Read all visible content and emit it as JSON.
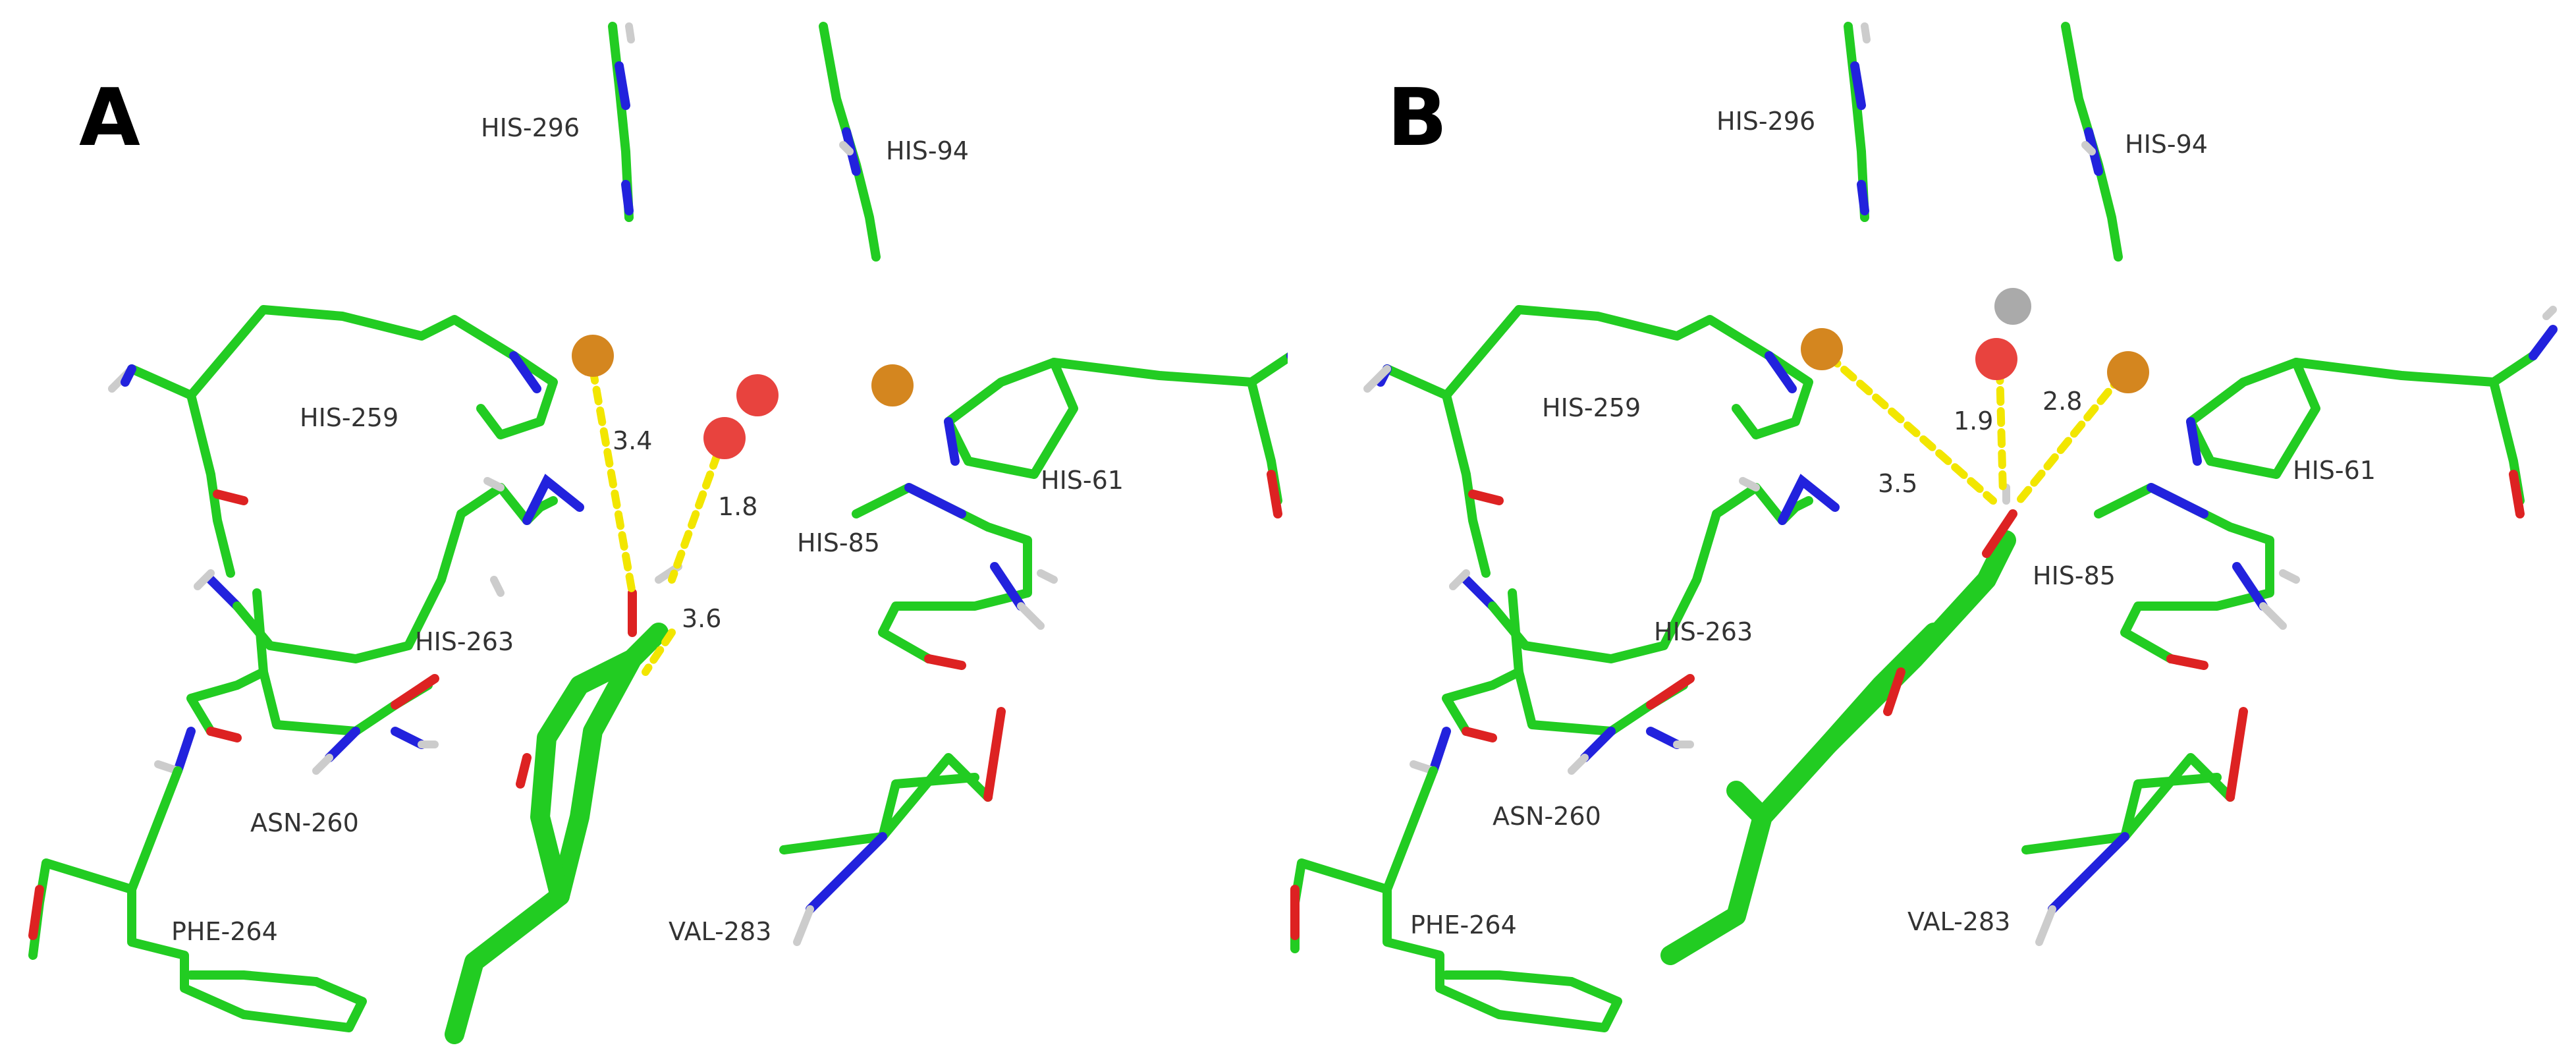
{
  "colors": {
    "carbon": "#22cc22",
    "nitrogen": "#2222dd",
    "oxygen": "#dd2222",
    "hydrogen": "#cccccc",
    "copper": "#d4861f",
    "hbond": "#f2e600"
  },
  "panels": [
    {
      "letter": "A",
      "residues": {
        "his296": "HIS-296",
        "his94": "HIS-94",
        "his259": "HIS-259",
        "his61": "HIS-61",
        "his85": "HIS-85",
        "his263": "HIS-263",
        "asn260": "ASN-260",
        "phe264": "PHE-264",
        "val283": "VAL-283"
      },
      "distances": [
        "3.4",
        "1.8",
        "3.6"
      ]
    },
    {
      "letter": "B",
      "residues": {
        "his296": "HIS-296",
        "his94": "HIS-94",
        "his259": "HIS-259",
        "his61": "HIS-61",
        "his85": "HIS-85",
        "his263": "HIS-263",
        "asn260": "ASN-260",
        "phe264": "PHE-264",
        "val283": "VAL-283"
      },
      "distances": [
        "1.9",
        "2.8",
        "3.5"
      ]
    }
  ]
}
